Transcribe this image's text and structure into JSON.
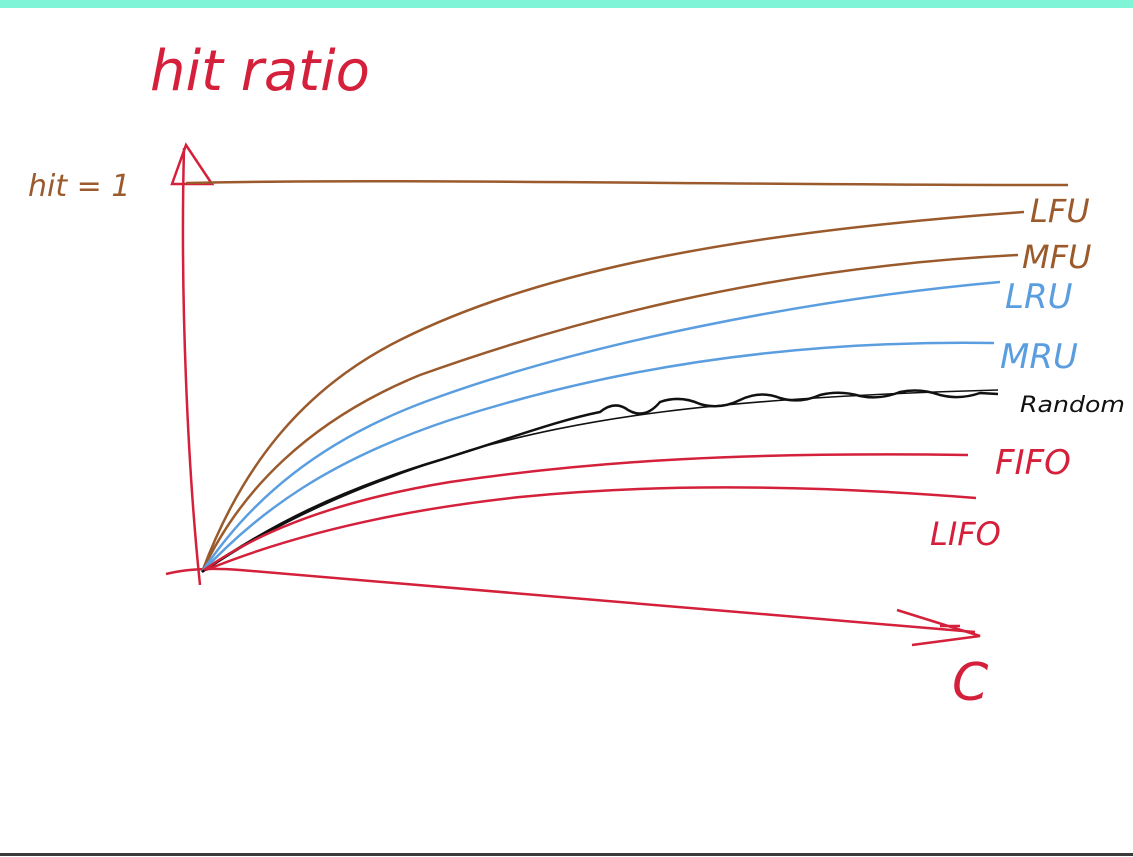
{
  "colors": {
    "top_bar": "#7ff4d6",
    "bottom_bar": "#3a3a3a",
    "axis": "#d4203a",
    "brown": "#9a5a2c",
    "blue": "#5b9ee0",
    "black": "#111111",
    "red": "#d4203a"
  },
  "title": "hit ratio",
  "hit_one_label": "hit = 1",
  "x_axis_label": "C",
  "curves": [
    {
      "label": "LFU",
      "color_key": "brown"
    },
    {
      "label": "MFU",
      "color_key": "brown"
    },
    {
      "label": "LRU",
      "color_key": "blue"
    },
    {
      "label": "MRU",
      "color_key": "blue"
    },
    {
      "label": "Random",
      "color_key": "black"
    },
    {
      "label": "FIFO",
      "color_key": "red"
    },
    {
      "label": "LIFO",
      "color_key": "red"
    }
  ]
}
